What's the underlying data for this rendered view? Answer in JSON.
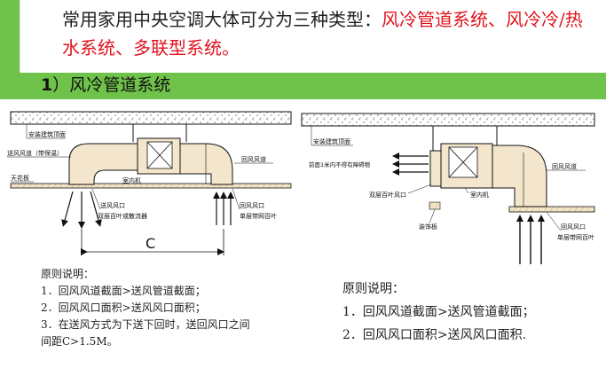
{
  "header": {
    "intro_black": "常用家用中央空调大体可分为三种类型：",
    "intro_red": "风冷管道系统、风冷冷/热水系统、多联型系统。",
    "section_num": "1",
    "section_title": "）风冷管道系统"
  },
  "left_diagram": {
    "ceiling_label": "安装建筑顶面",
    "supply_duct_label": "送风风道（带保温）",
    "ceiling_board_label": "天花板",
    "indoor_unit_label": "室内机",
    "supply_outlet_label": "送风风口",
    "supply_outlet_desc": "双层百叶或散流器",
    "return_duct_label": "回风风道",
    "return_outlet_label": "回风风口",
    "return_outlet_desc": "单层带网百叶",
    "distance_label": "C"
  },
  "right_diagram": {
    "ceiling_label": "安装建筑顶面",
    "front_note": "前面1米内不得有障碍物",
    "supply_outlet_desc": "双层百叶风口",
    "indoor_unit_label": "室内机",
    "return_duct_label": "回风风道",
    "decor_board_label": "装饰板",
    "return_outlet_label": "回风风口",
    "return_outlet_desc": "单层带网百叶"
  },
  "notes_left": {
    "title": "原则说明：",
    "items": [
      "1．回风风道截面>送风管道截面；",
      "2．回风风口面积>送风风口面积；",
      "3．在送风方式为下送下回时，送回风口之间",
      "间距C>1.5M。"
    ]
  },
  "notes_right": {
    "title": "原则说明：",
    "items": [
      "1．回风风道截面>送风管道截面；",
      "2．回风风口面积>送风风口面积."
    ]
  }
}
